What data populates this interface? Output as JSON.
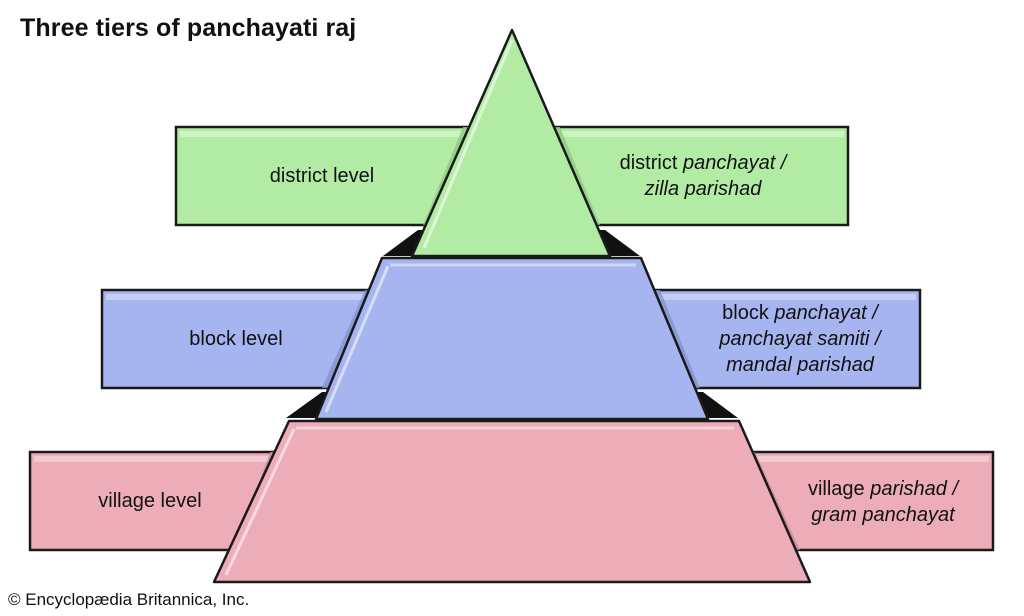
{
  "title": "Three tiers of panchayati raj",
  "credit": "© Encyclopædia Britannica, Inc.",
  "colors": {
    "district": "#b2eca4",
    "block": "#a6b5ef",
    "village": "#ecadb9",
    "outline": "#1a1a1a"
  },
  "tiers": [
    {
      "level": "district level",
      "name_plain": "district ",
      "name_italic_1": "panchayat /",
      "name_italic_2": "zilla parishad"
    },
    {
      "level": "block level",
      "name_plain": "block ",
      "name_italic_1": "panchayat /",
      "name_italic_2": "panchayat samiti /",
      "name_italic_3": "mandal parishad"
    },
    {
      "level": "village level",
      "name_plain": "village ",
      "name_italic_1": "parishad /",
      "name_italic_2": "gram panchayat"
    }
  ]
}
